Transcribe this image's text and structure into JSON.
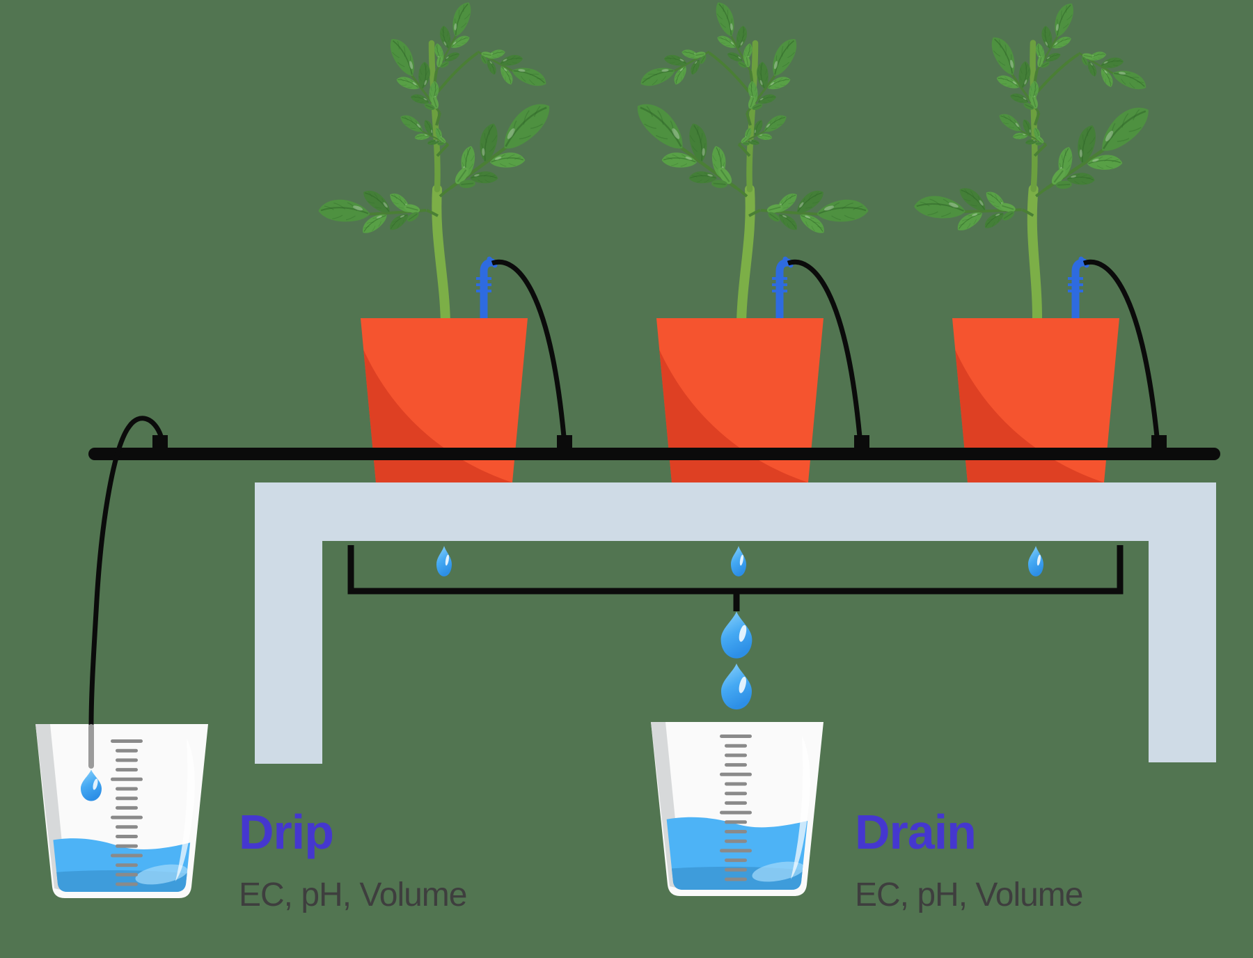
{
  "scene": {
    "labels": {
      "drip": {
        "title": "Drip",
        "subtitle": "EC, pH, Volume"
      },
      "drain": {
        "title": "Drain",
        "subtitle": "EC, pH, Volume"
      }
    },
    "system": {
      "plant_count": 3,
      "pot_count": 3,
      "dripper_count": 3,
      "under_table_drop_count": 3,
      "drain_stream_drop_count": 2,
      "drip_cup": {
        "id": "ticks-drip",
        "scale_ticks": 16
      },
      "drain_cup": {
        "id": "ticks-drain",
        "scale_ticks": 16
      }
    },
    "colors": {
      "background": "#527551",
      "table": "#CFDBE6",
      "pot": "#F5542F",
      "pot_shade": "#DE4023",
      "tubing": "#0B0B0B",
      "dripper_stake": "#2E6BE0",
      "water": "#4DB3F6",
      "drop": "#45A9F3",
      "cup_body": "#FAFAFA",
      "scale_ticks": "#8A8A8A",
      "leaf_mid": "#4E9140",
      "leaf_dark": "#447F38",
      "leaf_light": "#58A046",
      "stem": "#7CAF47",
      "title_text": "#4537CF",
      "subtitle_text": "#3E3E3E"
    }
  }
}
